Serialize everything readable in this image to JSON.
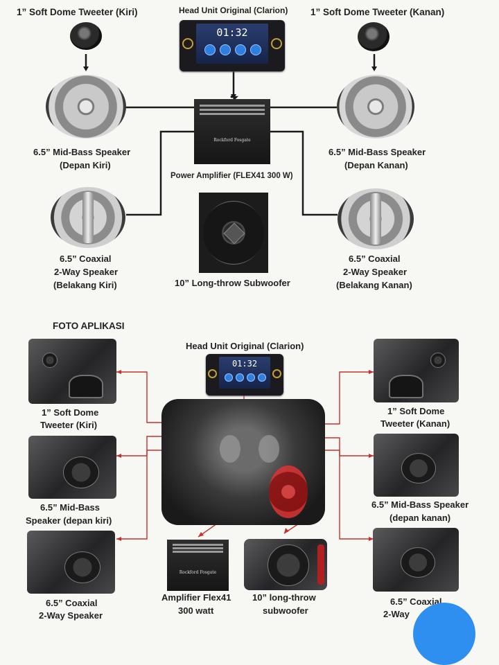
{
  "colors": {
    "wire_top": "#1a1a1a",
    "wire_bottom": "#c9302c",
    "headunit_screen": "#223a6a",
    "button": "#2f7fe0"
  },
  "top_diagram": {
    "tweeter_left_label": "1” Soft Dome Tweeter (Kiri)",
    "head_unit_label": "Head Unit Original (Clarion)",
    "head_unit_time": "01:32",
    "tweeter_right_label": "1” Soft Dome Tweeter (Kanan)",
    "midbass_left_label": [
      "6.5” Mid-Bass Speaker",
      "(Depan Kiri)"
    ],
    "midbass_right_label": [
      "6.5” Mid-Bass Speaker",
      "(Depan Kanan)"
    ],
    "amplifier_label": "Power Amplifier (FLEX41 300 W)",
    "amplifier_brand": "Rockford Fosgate",
    "coaxial_left_label": [
      "6.5” Coaxial",
      "2-Way Speaker",
      "(Belakang Kiri)"
    ],
    "coaxial_right_label": [
      "6.5” Coaxial",
      "2-Way Speaker",
      "(Belakang Kanan)"
    ],
    "subwoofer_label": "10” Long-throw Subwoofer"
  },
  "application_section": {
    "heading": "FOTO APLIKASI",
    "head_unit_label": "Head Unit Original (Clarion)",
    "head_unit_time": "01:32",
    "tweeter_left_label": [
      "1” Soft Dome",
      "Tweeter (Kiri)"
    ],
    "tweeter_right_label": [
      "1” Soft Dome",
      "Tweeter (Kanan)"
    ],
    "midbass_left_label": [
      "6.5” Mid-Bass",
      "Speaker (depan kiri)"
    ],
    "midbass_right_label": [
      "6.5” Mid-Bass Speaker",
      "(depan kanan)"
    ],
    "coaxial_left_label": [
      "6.5” Coaxial",
      "2-Way Speaker"
    ],
    "coaxial_right_label": [
      "6.5” Coaxial",
      "2-Way"
    ],
    "amplifier_label": [
      "Amplifier Flex41",
      "300 watt"
    ],
    "amplifier_brand": "Rockford Fosgate",
    "subwoofer_label": [
      "10” long-throw",
      "subwoofer"
    ]
  }
}
